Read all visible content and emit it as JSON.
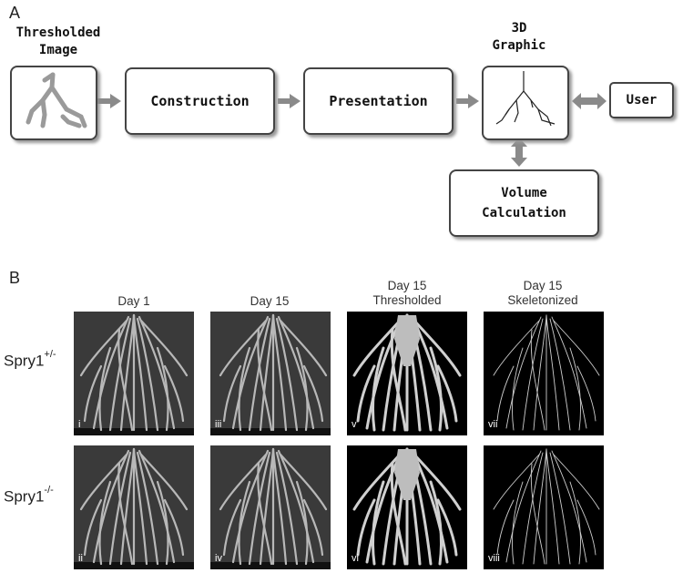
{
  "panelA": {
    "letter": "A",
    "input_label_line1": "Thresholded",
    "input_label_line2": "Image",
    "construction": "Construction",
    "presentation": "Presentation",
    "graphic_label_line1": "3D",
    "graphic_label_line2": "Graphic",
    "user": "User",
    "volume_line1": "Volume",
    "volume_line2": "Calculation"
  },
  "panelB": {
    "letter": "B",
    "columns": [
      {
        "line1": "Day 1",
        "line2": ""
      },
      {
        "line1": "Day 15",
        "line2": ""
      },
      {
        "line1": "Day 15",
        "line2": "Thresholded"
      },
      {
        "line1": "Day 15",
        "line2": "Skeletonized"
      }
    ],
    "rows": [
      {
        "base": "Spry1",
        "sup": "+/-",
        "numerals": [
          "i",
          "iii",
          "v",
          "vii"
        ]
      },
      {
        "base": "Spry1",
        "sup": "-/-",
        "numerals": [
          "ii",
          "iv",
          "vi",
          "viii"
        ]
      }
    ]
  },
  "colors": {
    "arrow": "#8a8a8a",
    "box_border": "#444444",
    "image_bg": "#000000"
  }
}
